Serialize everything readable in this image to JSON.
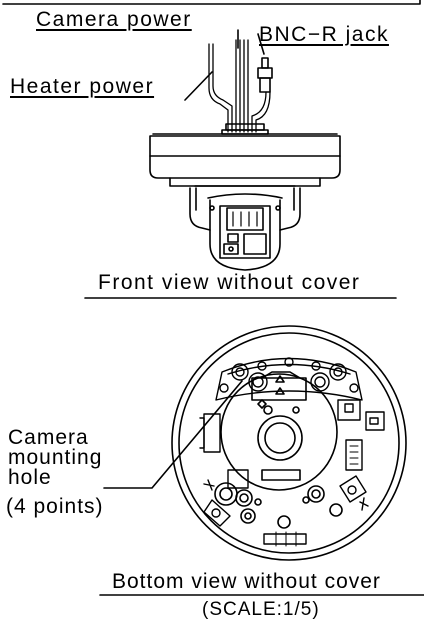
{
  "labels": {
    "camera_power": "Camera power",
    "bnc_jack": "BNC−R jack",
    "heater_power": "Heater power",
    "front_caption": "Front view without cover",
    "mount_line1": "Camera",
    "mount_line2": "mounting",
    "mount_line3": "hole",
    "mount_line4": "(4 points)",
    "bottom_caption": "Bottom view without cover",
    "scale": "(SCALE:1/5)"
  },
  "colors": {
    "ink": "#000000",
    "paper": "#ffffff"
  }
}
